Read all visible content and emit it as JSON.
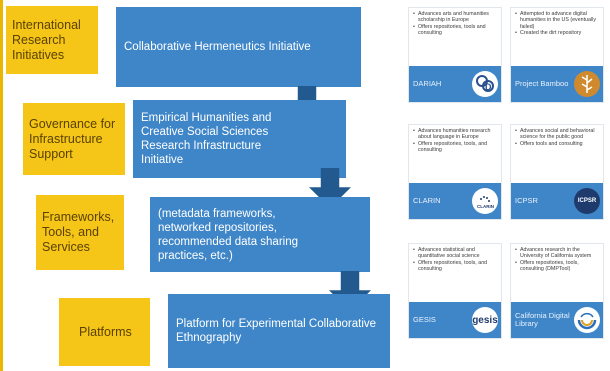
{
  "categories": [
    {
      "id": "international",
      "label": "International Research Initiatives"
    },
    {
      "id": "governance",
      "label": "Governance for Infrastructure Support"
    },
    {
      "id": "frameworks",
      "label": "Frameworks, Tools, and Services"
    },
    {
      "id": "platforms",
      "label": "Platforms"
    }
  ],
  "steps": [
    {
      "id": "hermeneutics",
      "text": "Collaborative Hermeneutics Initiative"
    },
    {
      "id": "empirical",
      "text": "Empirical Humanities and Creative Social Sciences Research Infrastructure Initiative"
    },
    {
      "id": "metadata",
      "text": "(metadata frameworks, networked repositories, recommended data sharing practices, etc.)"
    },
    {
      "id": "platform",
      "text": "Platform for Experimental Collaborative Ethnography"
    }
  ],
  "cards": [
    {
      "name": "DARIAH",
      "bullets": [
        "Advances arts and humanities scholarship in Europe",
        "Offers repositories, tools and consulting"
      ],
      "logo": "dariah-logo",
      "logo_text": "D"
    },
    {
      "name": "Project Bamboo",
      "bullets": [
        "Attempted to advance digital humanities in the US (eventually failed)",
        "Created the dirt repository"
      ],
      "logo": "bamboo-logo",
      "logo_text": ""
    },
    {
      "name": "CLARIN",
      "bullets": [
        "Advances humanities research about language in Europe",
        "Offers repositories, tools, and consulting"
      ],
      "logo": "clarin-logo",
      "logo_text": "CLARIN"
    },
    {
      "name": "ICPSR",
      "bullets": [
        "Advances social and behavioral science for the public good",
        "Offers tools and consulting"
      ],
      "logo": "icpsr-logo",
      "logo_text": "ICPSR"
    },
    {
      "name": "GESIS",
      "bullets": [
        "Advances statistical and quantitative social science",
        "Offers repositories, tools, and consulting"
      ],
      "logo": "gesis-logo",
      "logo_text": "gesis"
    },
    {
      "name": "California Digital Library",
      "bullets": [
        "Advances research in the University of California system",
        "Offers repositories, tools, consulting (DMPTool)"
      ],
      "logo": "cdl-logo",
      "logo_text": ""
    }
  ],
  "colors": {
    "category_yellow": "#f5c518",
    "step_blue": "#3f86c8",
    "arrow_blue": "#225a8f"
  }
}
